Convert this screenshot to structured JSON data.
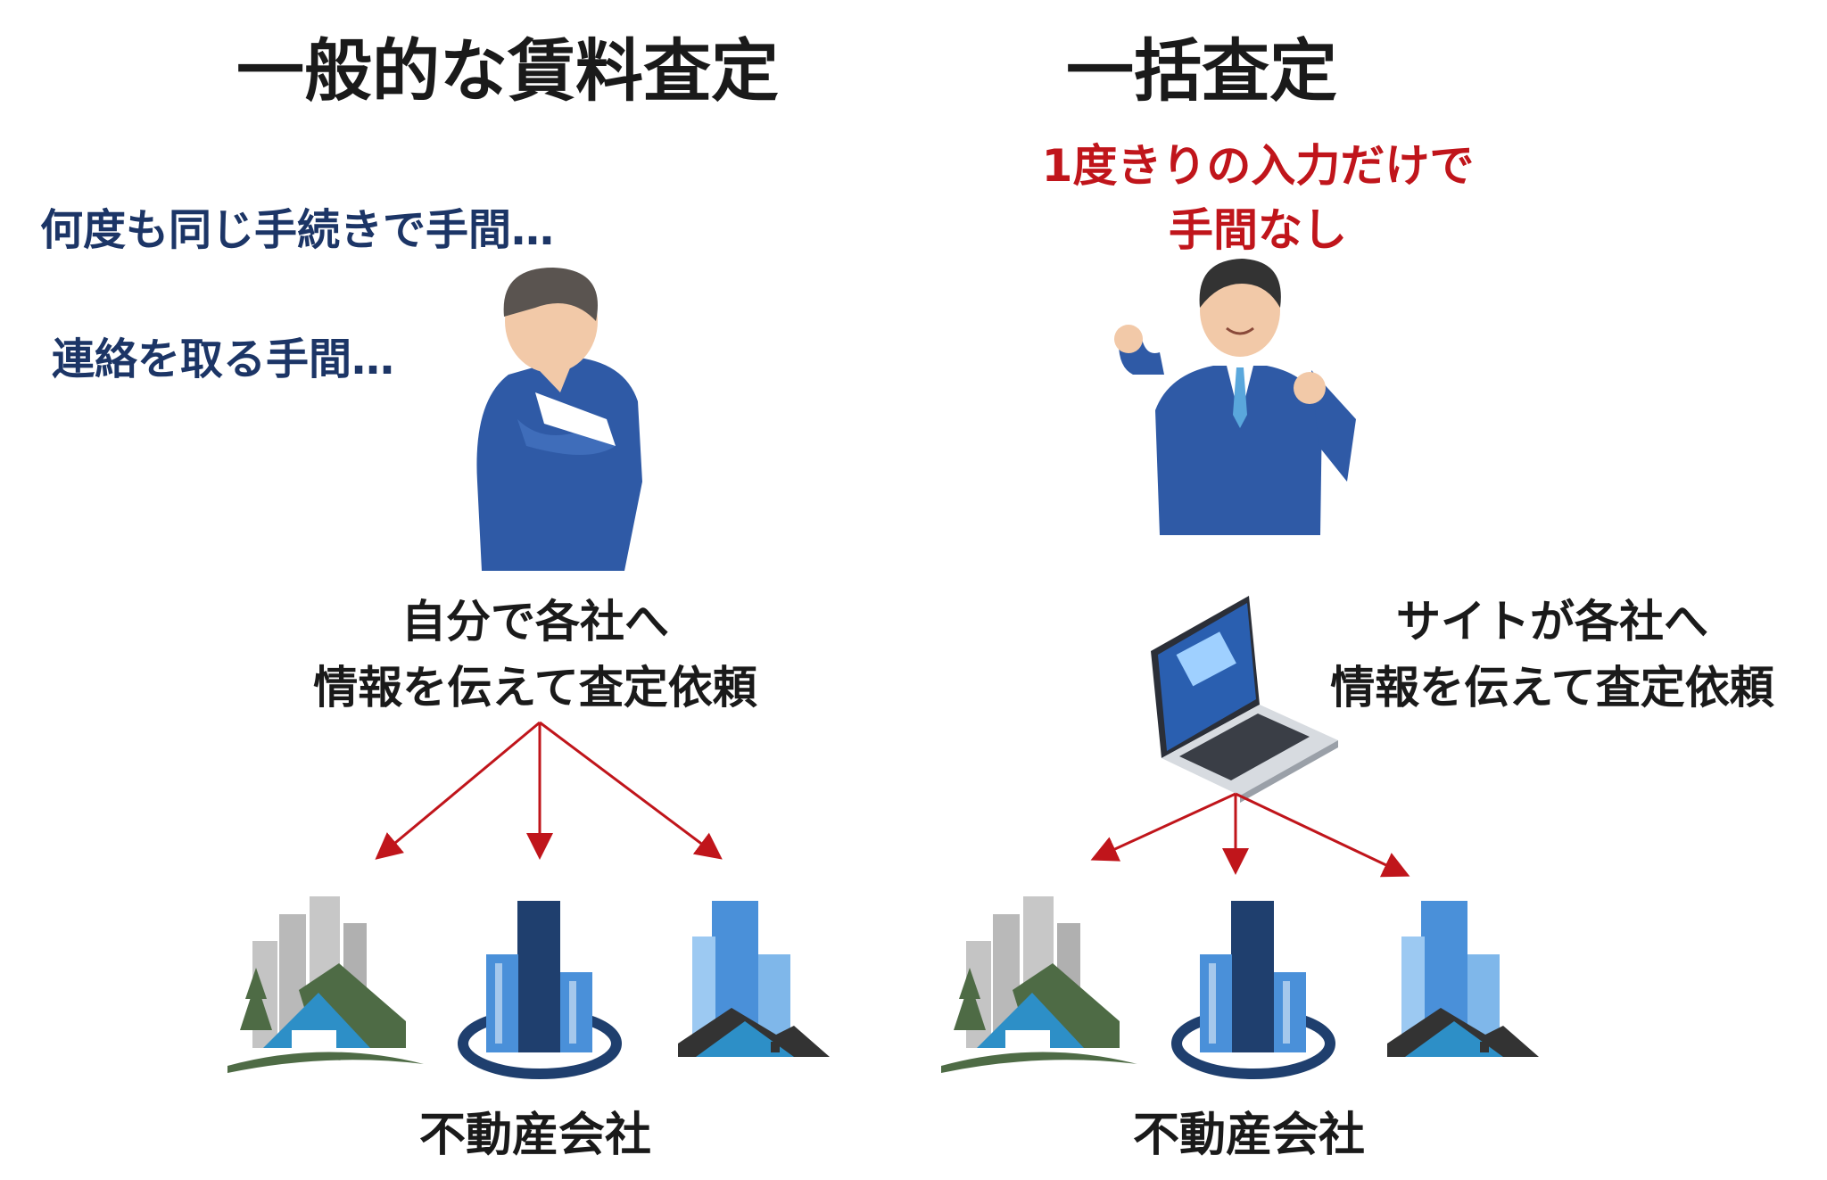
{
  "left": {
    "title": "一般的な賃料査定",
    "worry1": "何度も同じ手続きで手間…",
    "worry2": "連絡を取る手間…",
    "request_line1": "自分で各社へ",
    "request_line2": "情報を伝えて査定依頼",
    "companies_label": "不動産会社"
  },
  "right": {
    "title": "一括査定",
    "benefit_line1": "1度きりの入力だけで",
    "benefit_line2": "手間なし",
    "request_line1": "サイトが各社へ",
    "request_line2": "情報を伝えて査定依頼",
    "companies_label": "不動産会社"
  },
  "colors": {
    "navy_text": "#1c3566",
    "red_text": "#c0151b",
    "arrow": "#c0151b",
    "suit_blue": "#2f5aa6",
    "house_green": "#4e6b45",
    "roof_blue": "#2d8fc7",
    "tower_dark": "#1f3f6e",
    "tower_light": "#4a90d9"
  },
  "icons": [
    "worried-businessman-icon",
    "happy-businessman-icon",
    "laptop-icon",
    "house-buildings-icon",
    "tower-building-icon",
    "blue-buildings-icon",
    "arrow-icon"
  ]
}
